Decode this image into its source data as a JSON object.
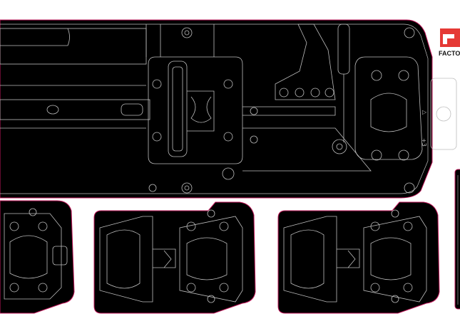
{
  "brand": {
    "name": "FACTORY",
    "logo_mark": "team-factory-logo"
  },
  "colors": {
    "background": "#ffffff",
    "panel_fill": "#000000",
    "line_art": "#bdbdbd",
    "trim_line": "#c2185b",
    "brand_red": "#e53935"
  },
  "chassis_labels": {
    "triangle_mark": "▷",
    "arrow_mark": "+3"
  }
}
